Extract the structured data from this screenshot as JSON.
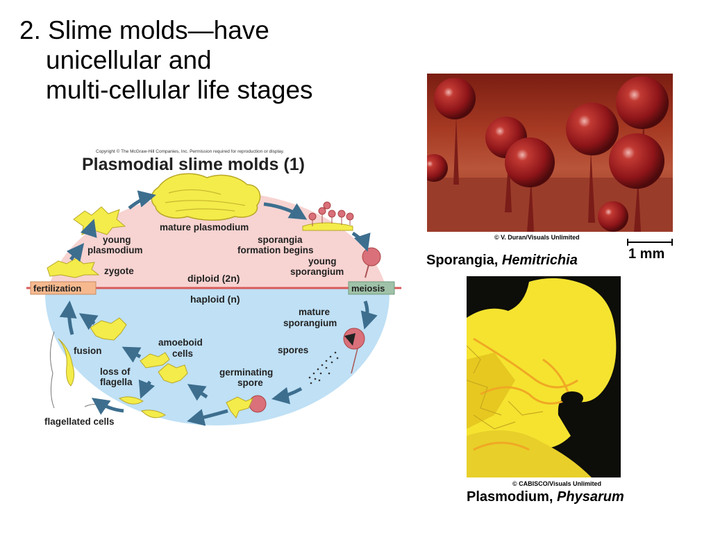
{
  "heading": {
    "line1": "2.  Slime molds—have",
    "line2": "unicellular and",
    "line3": "multi-cellular life stages"
  },
  "diagram": {
    "copyright": "Copyright © The McGraw-Hill Companies, Inc. Permission required for reproduction or display.",
    "title": "Plasmodial slime molds (1)",
    "diploid_label": "diploid (2n)",
    "haploid_label": "haploid (n)",
    "fertilization": "fertilization",
    "meiosis": "meiosis",
    "stages": {
      "mature_plasmodium": "mature plasmodium",
      "sporangia_line1": "sporangia",
      "sporangia_line2": "formation begins",
      "young_sporangium_line1": "young",
      "young_sporangium_line2": "sporangium",
      "young_plasmodium_line1": "young",
      "young_plasmodium_line2": "plasmodium",
      "zygote": "zygote",
      "mature_sporangium_line1": "mature",
      "mature_sporangium_line2": "sporangium",
      "spores": "spores",
      "germinating_line1": "germinating",
      "germinating_line2": "spore",
      "amoeboid_line1": "amoeboid",
      "amoeboid_line2": "cells",
      "fusion": "fusion",
      "loss_line1": "loss of",
      "loss_line2": "flagella",
      "flagellated": "flagellated cells"
    },
    "colors": {
      "diploid": "#f7d3d1",
      "haploid": "#bfe0f5",
      "arrow": "#3d6e8e",
      "cell": "#f3ec4a",
      "sporangium": "#d9707a",
      "fert_box": "#f6b98f",
      "meiosis_box": "#9fc2a8"
    }
  },
  "photo1": {
    "credit": "© V. Duran/Visuals Unlimited",
    "scale": "1 mm",
    "caption_plain": "Sporangia, ",
    "caption_italic": "Hemitrichia"
  },
  "photo2": {
    "credit": "© CABISCO/Visuals Unlimited",
    "caption_plain": "Plasmodium, ",
    "caption_italic": "Physarum"
  }
}
